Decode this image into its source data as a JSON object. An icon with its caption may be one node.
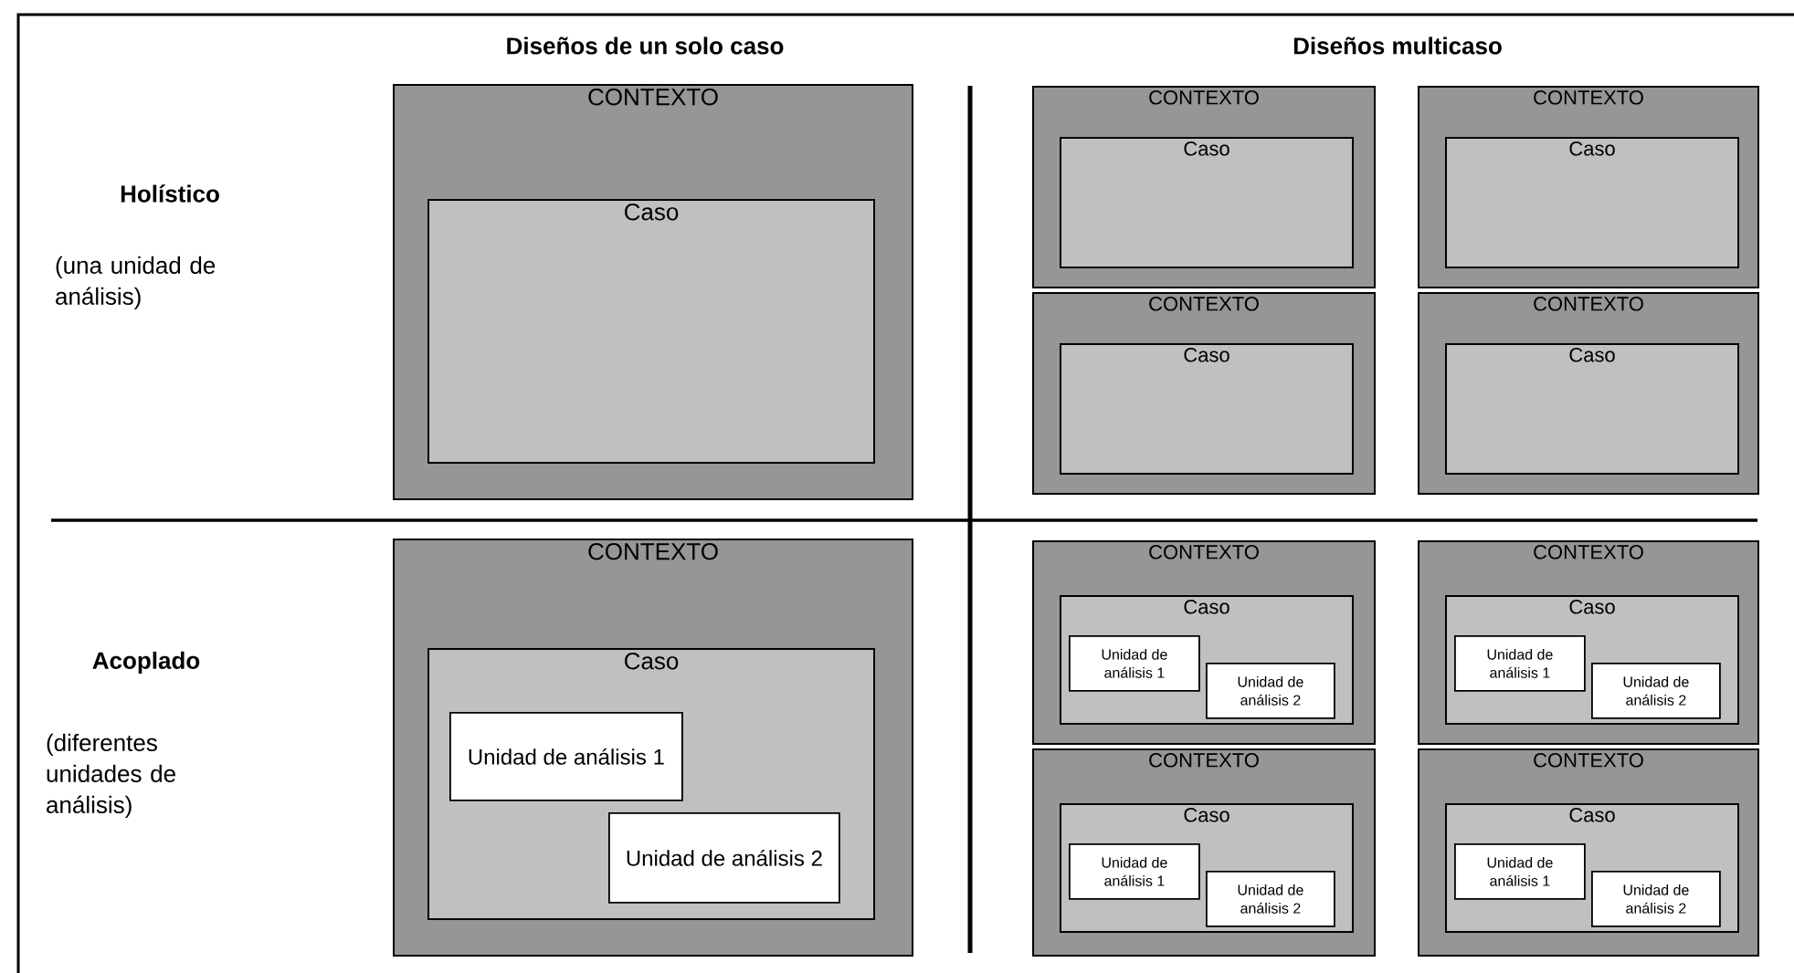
{
  "diagram": {
    "nodes": [
      {
        "text": [
          "CONTEXTO"
        ]
      },
      {
        "text": [
          "Caso"
        ],
        "in": 0
      },
      {
        "text": [
          "CONTEXTO"
        ]
      },
      {
        "text": [
          "Caso"
        ],
        "in": 2
      },
      {
        "text": [
          "CONTEXTO"
        ]
      },
      {
        "text": [
          "Caso"
        ],
        "in": 4
      },
      {
        "text": [
          "CONTEXTO"
        ]
      },
      {
        "text": [
          "Caso"
        ],
        "in": 6
      },
      {
        "text": [
          "CONTEXTO"
        ]
      },
      {
        "text": [
          "Caso"
        ],
        "in": 8
      },
      {
        "text": [
          "CONTEXTO"
        ]
      },
      {
        "text": [
          "Caso"
        ],
        "in": 10
      },
      {
        "text": [
          "Unidad de análisis 1"
        ],
        "in": 11
      },
      {
        "text": [
          "Unidad de análisis 2"
        ],
        "in": 11
      },
      {
        "text": [
          "CONTEXTO"
        ]
      },
      {
        "text": [
          "Caso"
        ],
        "in": 14
      },
      {
        "text": [
          "Unidad de análisis 1"
        ],
        "in": 15
      },
      {
        "text": [
          "Unidad de análisis 2"
        ],
        "in": 15
      },
      {
        "text": [
          "CONTEXTO"
        ]
      },
      {
        "text": [
          "Caso"
        ],
        "in": 18
      },
      {
        "text": [
          "Unidad de análisis 1"
        ],
        "in": 19
      },
      {
        "text": [
          "Unidad de análisis 2"
        ],
        "in": 19
      },
      {
        "text": [
          "CONTEXTO"
        ]
      },
      {
        "text": [
          "Caso"
        ],
        "in": 22
      },
      {
        "text": [
          "Unidad de análisis 1"
        ],
        "in": 23
      },
      {
        "text": [
          "Unidad de análisis 2"
        ],
        "in": 23
      },
      {
        "text": [
          "CONTEXTO"
        ]
      },
      {
        "text": [
          "Caso"
        ],
        "in": 26
      },
      {
        "text": [
          "Unidad de análisis 1"
        ],
        "in": 27
      },
      {
        "text": [
          "Unidad de análisis 2"
        ],
        "in": 27
      }
    ],
    "labels": [
      "Diseños de un solo caso",
      "Diseños multicaso",
      "Holístico",
      "(una unidad de análisis)",
      "Acoplado",
      "(diferentes unidades de análisis)"
    ]
  }
}
